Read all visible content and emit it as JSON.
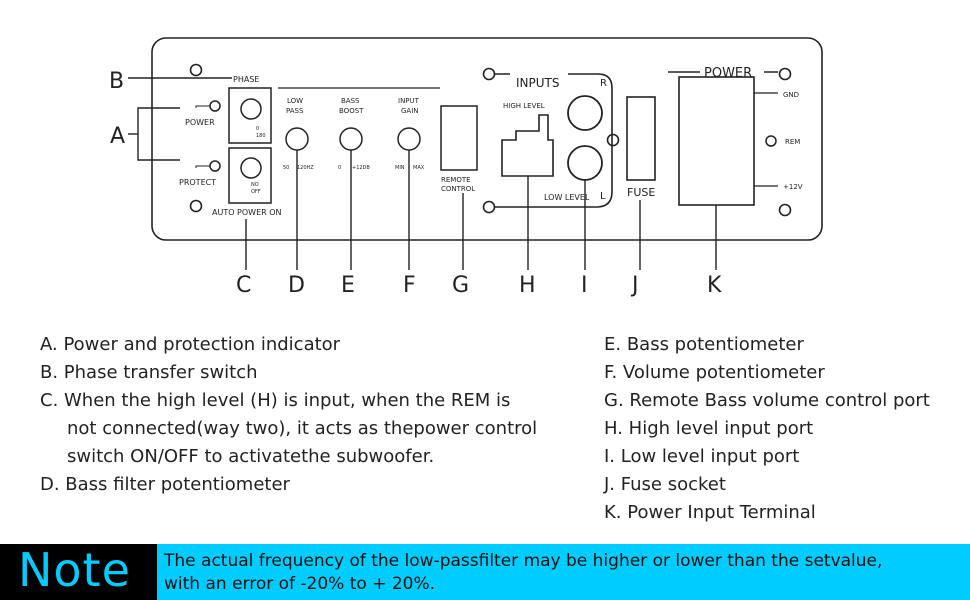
{
  "panel": {
    "phase": "PHASE",
    "power": "POWER",
    "protect": "PROTECT",
    "auto_power_on": "AUTO POWER ON",
    "phase_switch": [
      "0",
      "180"
    ],
    "auto_switch": [
      "NO",
      "OFF"
    ],
    "knob_low_pass": [
      "LOW",
      "PASS"
    ],
    "knob_bass_boost": [
      "BASS",
      "BOOST"
    ],
    "knob_input_gain": [
      "INPUT",
      "GAIN"
    ],
    "low_pass_scale": [
      "50",
      "120HZ"
    ],
    "bass_boost_scale": [
      "0",
      "+12DB"
    ],
    "input_gain_scale": [
      "MIN",
      "MAX"
    ],
    "remote_control": [
      "REMOTE",
      "CONTROL"
    ],
    "inputs": "INPUTS",
    "high_level": "HIGH LEVEL",
    "low_level": "LOW LEVEL",
    "channel_r": "R",
    "channel_l": "L",
    "fuse": "FUSE",
    "power_terminal": "POWER",
    "gnd": "GND",
    "rem": "REM",
    "v12": "+12V"
  },
  "callouts": {
    "a": "A",
    "b": "B",
    "c": "C",
    "d": "D",
    "e": "E",
    "f": "F",
    "g": "G",
    "h": "H",
    "i": "I",
    "j": "J",
    "k": "K"
  },
  "legend_left": [
    "A. Power and protection indicator",
    "B. Phase transfer switch",
    "C. When the high level (H) is input, when the REM is",
    "not connected(way two), it acts as thepower control",
    "switch ON/OFF to activatethe subwoofer.",
    "D. Bass filter potentiometer"
  ],
  "legend_right": [
    "E.  Bass potentiometer",
    "F.  Volume potentiometer",
    "G. Remote Bass volume control port",
    "H. High level input port",
    "I.   Low level input port",
    "J.  Fuse socket",
    "K. Power Input Terminal"
  ],
  "note": {
    "title": "Note",
    "line1": "The actual frequency of the low-passfilter may be higher or lower than the setvalue,",
    "line2": "with an error of -20% to + 20%."
  },
  "colors": {
    "accent": "#00ccff",
    "note_box": "#000000"
  }
}
